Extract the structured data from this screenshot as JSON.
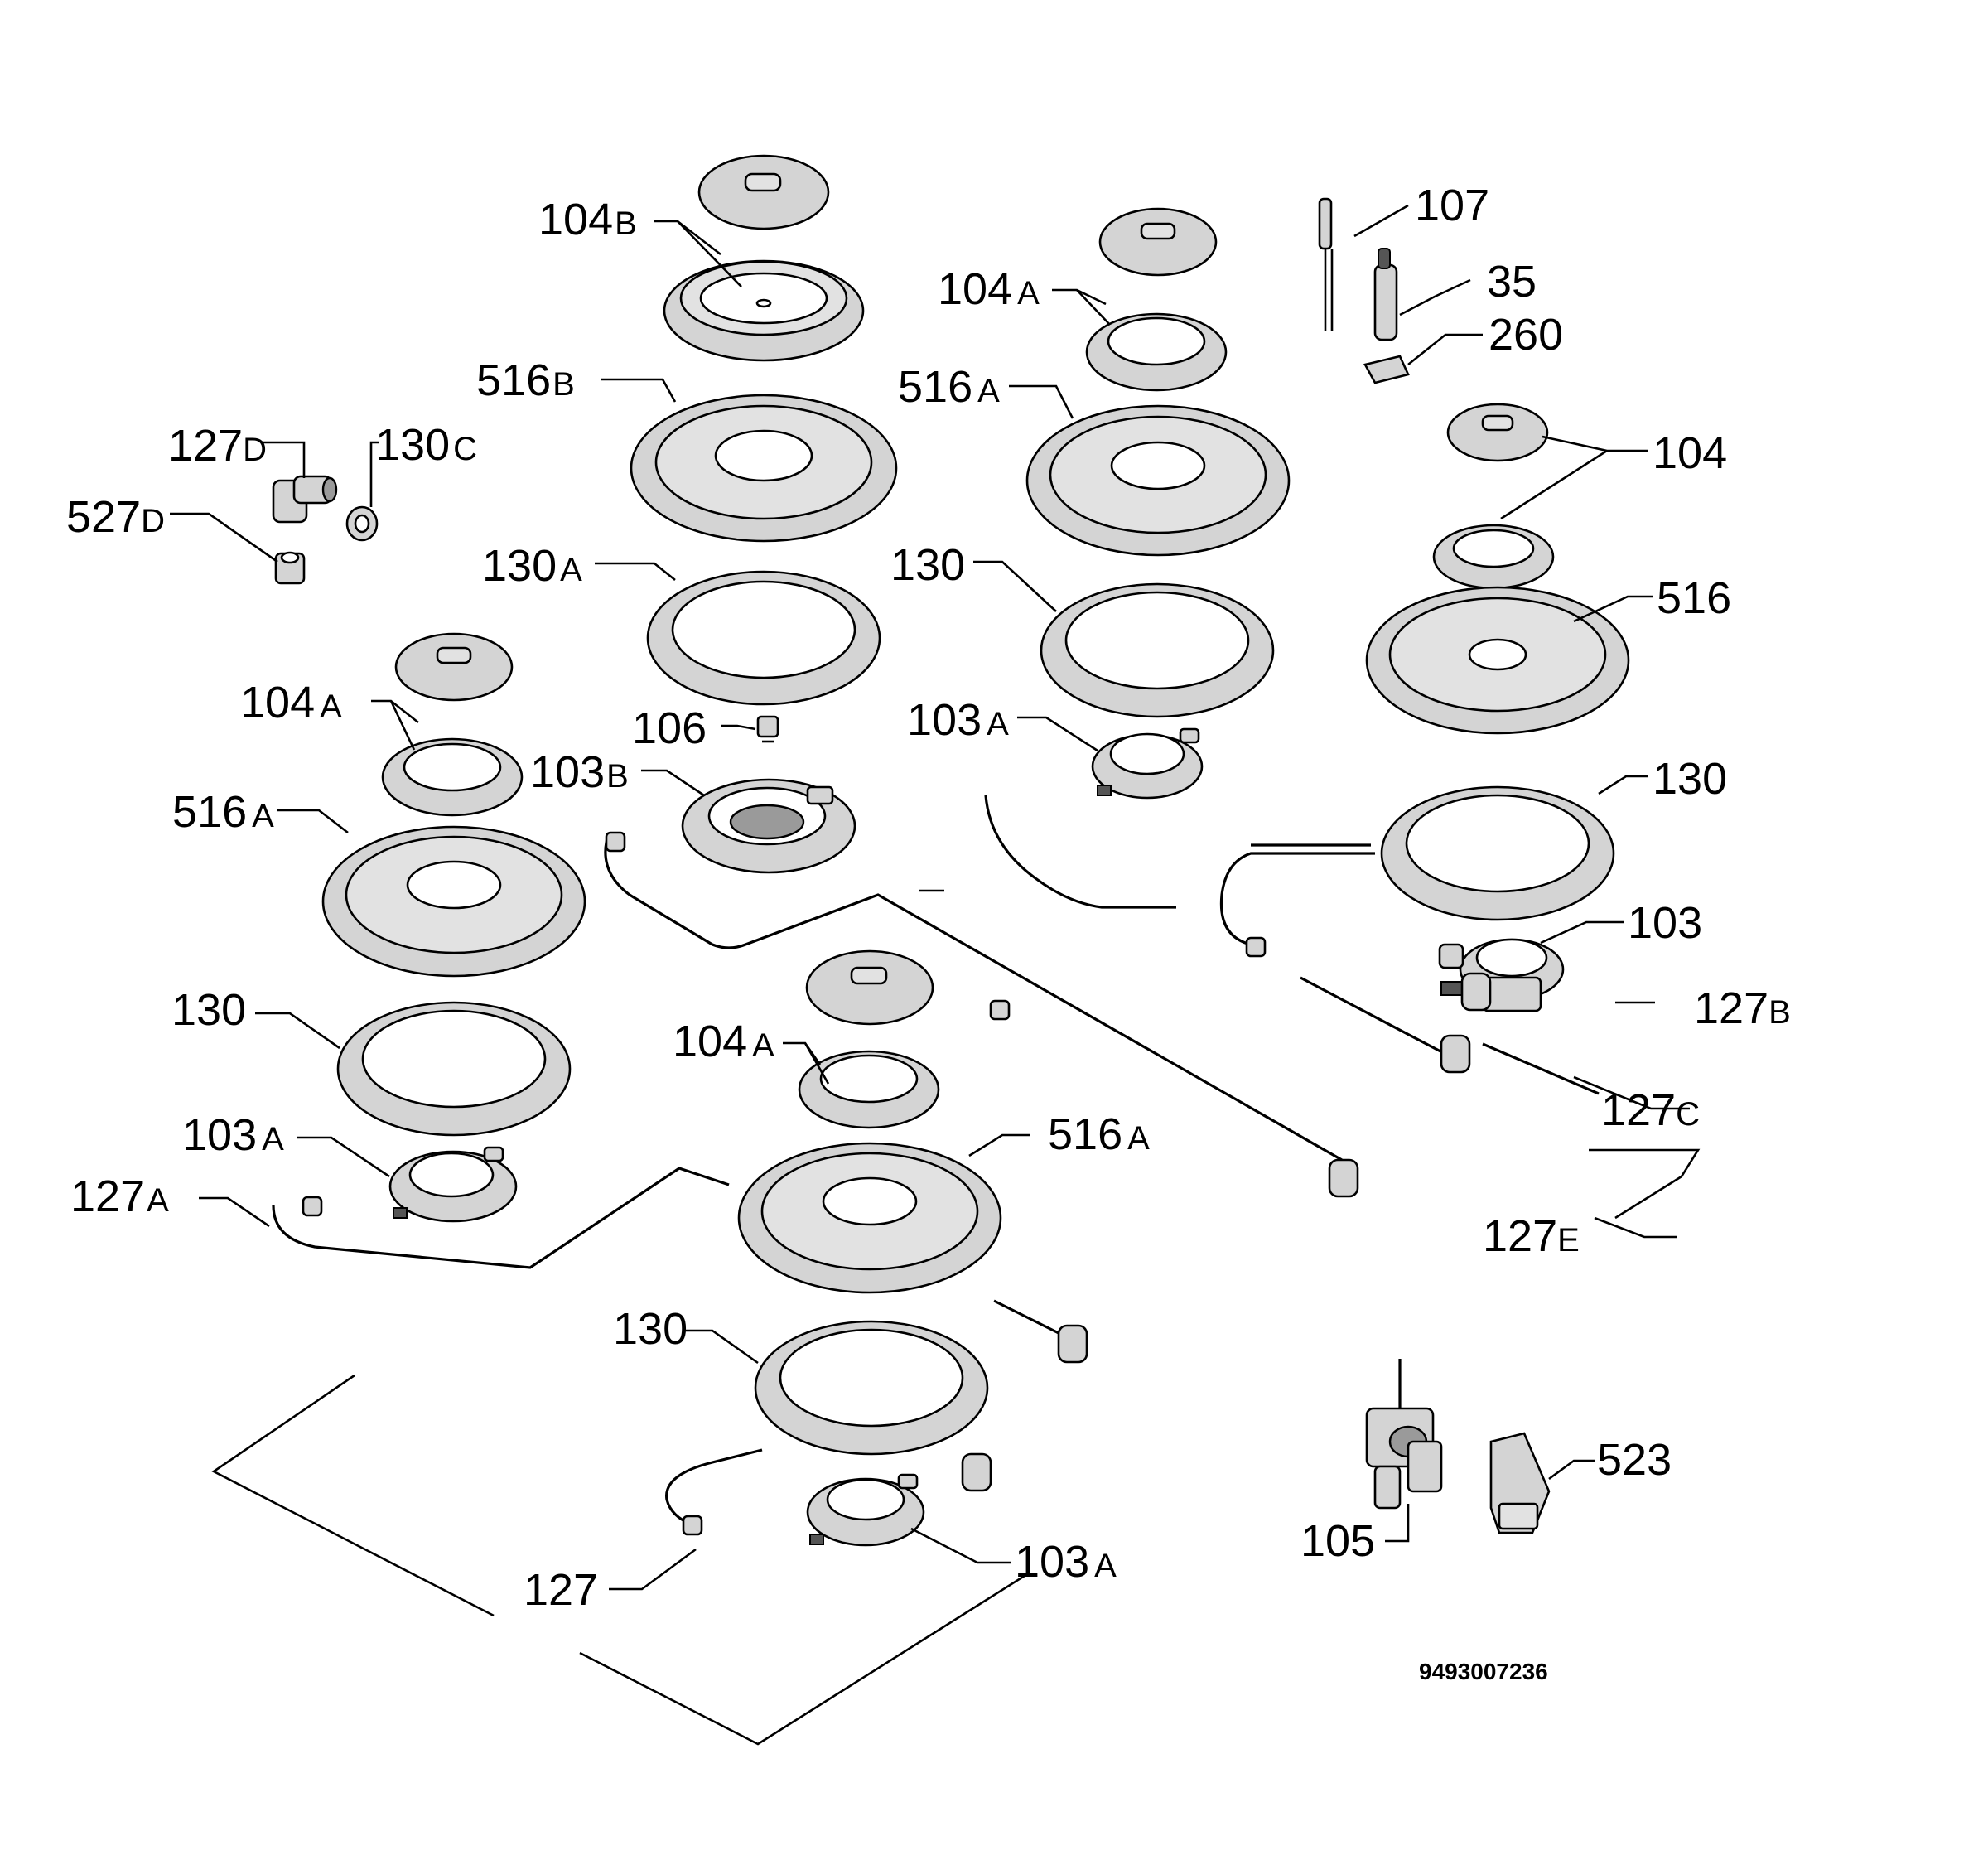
{
  "labels": {
    "p104B": {
      "num": "104",
      "suf": "B"
    },
    "p104A_1": {
      "num": "104",
      "suf": "A"
    },
    "p107": {
      "num": "107",
      "suf": ""
    },
    "p35": {
      "num": "35",
      "suf": ""
    },
    "p260": {
      "num": "260",
      "suf": ""
    },
    "p516B": {
      "num": "516",
      "suf": "B"
    },
    "p516A_1": {
      "num": "516",
      "suf": "A"
    },
    "p127D": {
      "num": "127",
      "suf": "D"
    },
    "p130C": {
      "num": "130",
      "suf": "C"
    },
    "p527D": {
      "num": "527",
      "suf": "D"
    },
    "p104": {
      "num": "104",
      "suf": ""
    },
    "p130A": {
      "num": "130",
      "suf": "A"
    },
    "p130_1": {
      "num": "130",
      "suf": ""
    },
    "p516": {
      "num": "516",
      "suf": ""
    },
    "p104A_2": {
      "num": "104",
      "suf": "A"
    },
    "p106": {
      "num": "106",
      "suf": ""
    },
    "p103A_1": {
      "num": "103",
      "suf": "A"
    },
    "p103B": {
      "num": "103",
      "suf": "B"
    },
    "p130_2": {
      "num": "130",
      "suf": ""
    },
    "p516A_2": {
      "num": "516",
      "suf": "A"
    },
    "p103": {
      "num": "103",
      "suf": ""
    },
    "p130_3": {
      "num": "130",
      "suf": ""
    },
    "p127B": {
      "num": "127",
      "suf": "B"
    },
    "p104A_3": {
      "num": "104",
      "suf": "A"
    },
    "p127C": {
      "num": "127",
      "suf": "C"
    },
    "p103A_2": {
      "num": "103",
      "suf": "A"
    },
    "p516A_3": {
      "num": "516",
      "suf": "A"
    },
    "p127A": {
      "num": "127",
      "suf": "A"
    },
    "p127E": {
      "num": "127",
      "suf": "E"
    },
    "p130_4": {
      "num": "130",
      "suf": ""
    },
    "p523": {
      "num": "523",
      "suf": ""
    },
    "p105": {
      "num": "105",
      "suf": ""
    },
    "p127": {
      "num": "127",
      "suf": ""
    },
    "p103A_3": {
      "num": "103",
      "suf": "A"
    }
  },
  "document_number": "9493007236"
}
